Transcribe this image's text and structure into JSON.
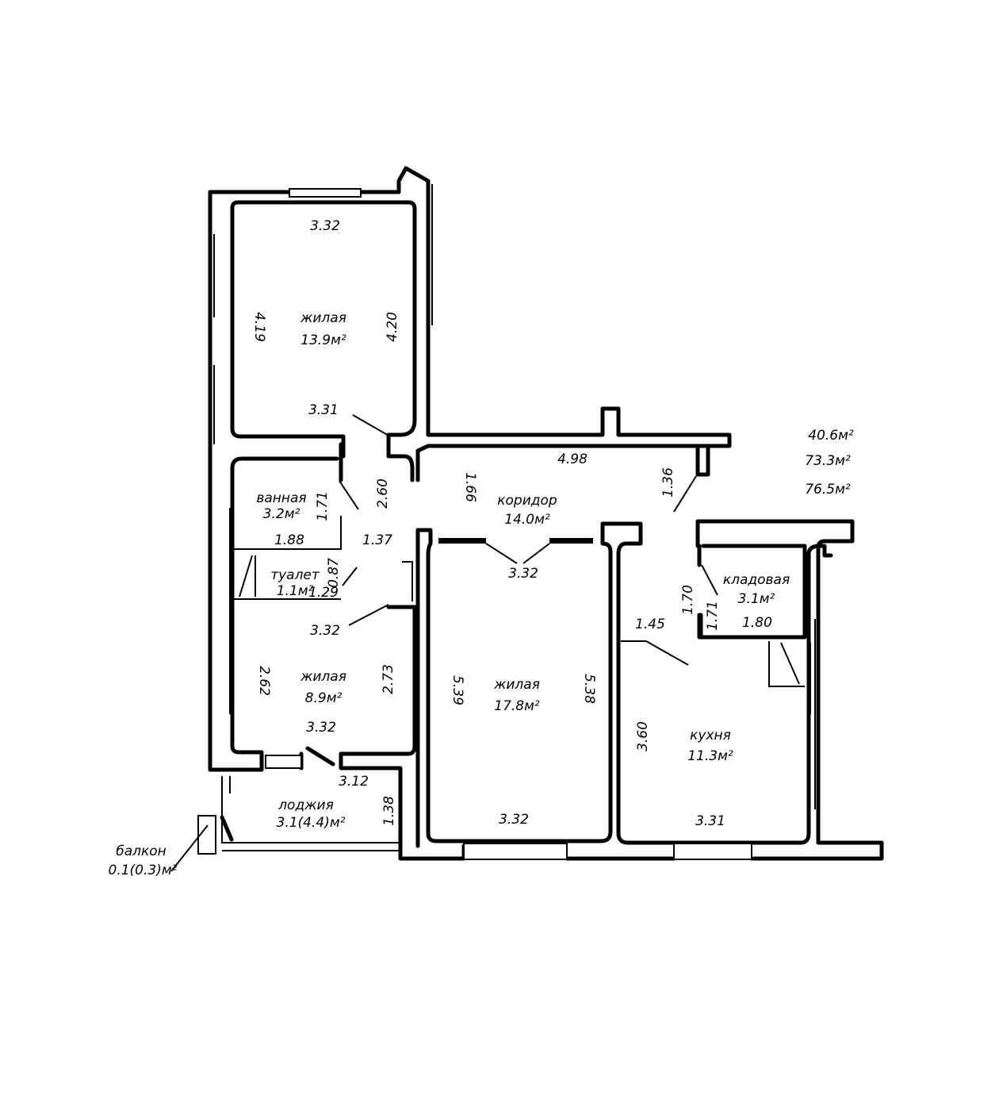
{
  "rooms": {
    "bedroom1": {
      "name": "жилая",
      "area": "13.9м²"
    },
    "bathroom": {
      "name": "ванная",
      "area": "3.2м²"
    },
    "toilet": {
      "name": "туалет",
      "area": "1.1м²"
    },
    "bedroom2": {
      "name": "жилая",
      "area": "8.9м²"
    },
    "living": {
      "name": "жилая",
      "area": "17.8м²"
    },
    "corridor": {
      "name": "коридор",
      "area": "14.0м²"
    },
    "pantry": {
      "name": "кладовая",
      "area": "3.1м²"
    },
    "kitchen": {
      "name": "кухня",
      "area": "11.3м²"
    },
    "loggia": {
      "name": "лоджия",
      "area": "3.1(4.4)м²"
    },
    "balcony": {
      "name": "балкон",
      "area": "0.1(0.3)м²"
    }
  },
  "totals": {
    "living_area": "40.6м²",
    "total_area": "73.3м²",
    "total_with_loggia": "76.5м²"
  },
  "dimensions": {
    "d_332_top": "3.32",
    "d_419": "4.19",
    "d_420": "4.20",
    "d_331_b1": "3.31",
    "d_260": "2.60",
    "d_166": "1.66",
    "d_498": "4.98",
    "d_136": "1.36",
    "d_171_bath": "1.71",
    "d_188": "1.88",
    "d_137": "1.37",
    "d_087": "0.87",
    "d_129": "1.29",
    "d_332_br2_top": "3.32",
    "d_262": "2.62",
    "d_273": "2.73",
    "d_332_br2_bot": "3.32",
    "d_312": "3.12",
    "d_138": "1.38",
    "d_332_living_top": "3.32",
    "d_539": "5.39",
    "d_538": "5.38",
    "d_332_living_bot": "3.32",
    "d_170": "1.70",
    "d_171_pantry": "1.71",
    "d_180": "1.80",
    "d_145": "1.45",
    "d_360": "3.60",
    "d_331_kitchen": "3.31"
  }
}
